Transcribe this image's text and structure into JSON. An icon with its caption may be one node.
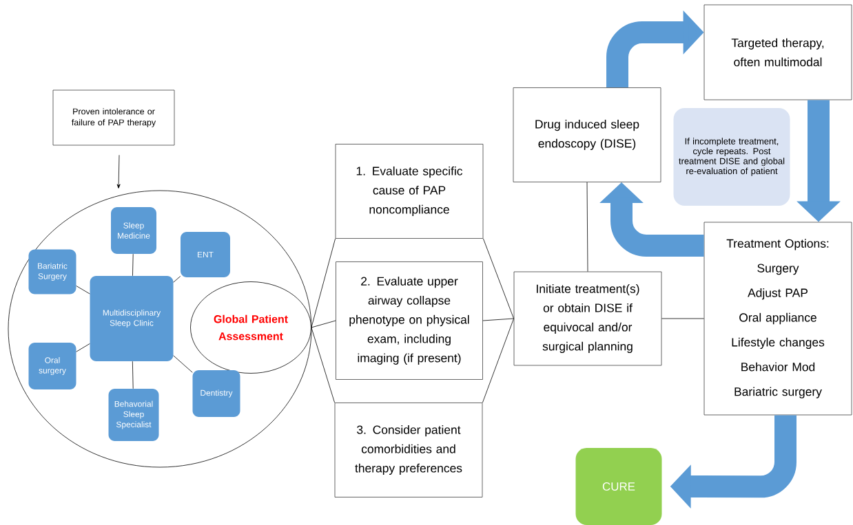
{
  "diagram": {
    "nodes": [
      {
        "text": [
          "Proven intolerance or failure of PAP therapy"
        ]
      },
      {
        "text": [],
        "shape": "circle"
      },
      {
        "text": [
          "Sleep Medicine"
        ],
        "in": 1
      },
      {
        "text": [
          "ENT"
        ],
        "in": 1
      },
      {
        "text": [
          "Bariatric Surgery"
        ],
        "in": 1
      },
      {
        "text": [
          "Multidisciplinary Sleep Clinic"
        ],
        "in": 1
      },
      {
        "text": [
          "Global Patient Assessment"
        ],
        "in": 1
      },
      {
        "text": [
          "Oral surgery"
        ],
        "in": 1
      },
      {
        "text": [
          "Dentistry"
        ],
        "in": 1
      },
      {
        "text": [
          "Behavorial Sleep Specialist"
        ],
        "in": 1
      },
      {
        "text": [
          "1. Evaluate specific cause of PAP noncompliance"
        ]
      },
      {
        "text": [
          "2. Evaluate upper airway collapse phenotype on physical exam, including imaging (if present)"
        ]
      },
      {
        "text": [
          "3. Consider patient comorbidities and therapy preferences"
        ]
      },
      {
        "text": [
          "Initiate treatment(s) or obtain DISE if equivocal and/or surgical planning"
        ]
      },
      {
        "text": [
          "Drug induced sleep endoscopy (DISE)"
        ]
      },
      {
        "text": [
          "Targeted therapy, often multimodal"
        ]
      },
      {
        "text": [
          "If incomplete treatment, cycle repeats. Post treatment DISE and global re-evaluation of patient"
        ]
      },
      {
        "text": [
          "Treatment Options:",
          "Surgery",
          "Adjust PAP",
          "Oral appliance",
          "Lifestyle changes",
          "Behavior Mod",
          "Bariatric surgery"
        ]
      },
      {
        "text": [
          "CURE"
        ]
      }
    ],
    "edges": [
      {
        "from": 0,
        "to": 1,
        "arrow": "to"
      },
      {
        "from": 5,
        "to": 2,
        "arrow": "none"
      },
      {
        "from": 5,
        "to": 3,
        "arrow": "none"
      },
      {
        "from": 5,
        "to": 4,
        "arrow": "none"
      },
      {
        "from": 5,
        "to": 7,
        "arrow": "none"
      },
      {
        "from": 5,
        "to": 8,
        "arrow": "none"
      },
      {
        "from": 5,
        "to": 9,
        "arrow": "none"
      },
      {
        "from": 6,
        "to": 10,
        "arrow": "none"
      },
      {
        "from": 6,
        "to": 11,
        "arrow": "none"
      },
      {
        "from": 6,
        "to": 12,
        "arrow": "none"
      },
      {
        "from": 10,
        "to": 13,
        "arrow": "none"
      },
      {
        "from": 11,
        "to": 13,
        "arrow": "none"
      },
      {
        "from": 12,
        "to": 13,
        "arrow": "none"
      },
      {
        "from": 13,
        "to": 14,
        "arrow": "none"
      },
      {
        "from": 13,
        "to": 17,
        "arrow": "none"
      },
      {
        "from": 14,
        "to": 15,
        "arrow": "to",
        "style": "thick",
        "color": "#5b9bd5"
      },
      {
        "from": 15,
        "to": 17,
        "arrow": "to",
        "style": "thick",
        "color": "#5b9bd5"
      },
      {
        "from": 17,
        "to": 14,
        "arrow": "to",
        "style": "thick",
        "color": "#5b9bd5"
      },
      {
        "from": 17,
        "to": 18,
        "arrow": "to",
        "style": "thick",
        "color": "#5b9bd5"
      }
    ]
  }
}
